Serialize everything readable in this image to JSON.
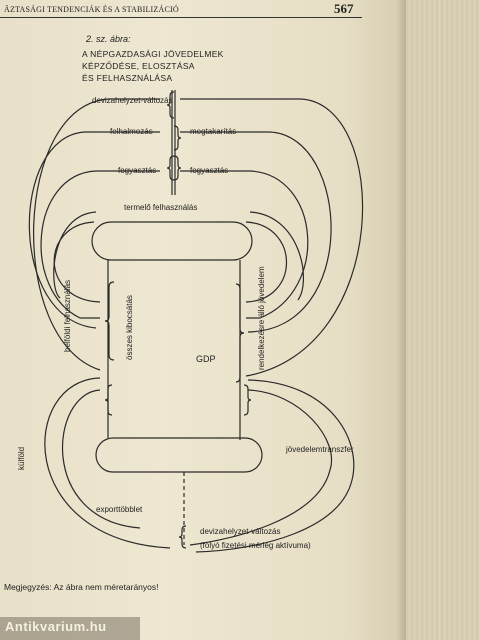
{
  "running_head": "Äztasági tendenciák és a stabilizáció",
  "page_number": "567",
  "figure": {
    "label": "2. sz. ábra:",
    "title_lines": [
      "A NÉPGAZDASÁGI JÖVEDELMEK",
      "KÉPZŐDÉSE, ELOSZTÁSA",
      "ÉS FELHASZNÁLÁSA"
    ],
    "labels": {
      "devizahelyzet_top": "devizahelyzet-változás",
      "felhalmozas": "felhalmozás",
      "megtakaritas": "megtakarítás",
      "fogyasztas_left": "fogyasztás",
      "fogyasztas_right": "fogyasztás",
      "termelo": "termelő felhasználás",
      "belfoldi": "belföldi felhasználás",
      "osszes": "összes kibocsátás",
      "gdp": "GDP",
      "rendelkezesre": "rendelkezésre álló jövedelem",
      "kulfold": "külföld",
      "jovedelemtranszfer": "jövedelemtranszfer",
      "exporttobblet": "exporttöbblet",
      "devizahelyzet_bottom": "devizahelyzet-változás",
      "folyo": "(folyó fizetési mérleg aktívuma)"
    }
  },
  "note": "Megjegyzés: Az ábra nem méretarányos!",
  "watermark": "Antikvarium.hu"
}
